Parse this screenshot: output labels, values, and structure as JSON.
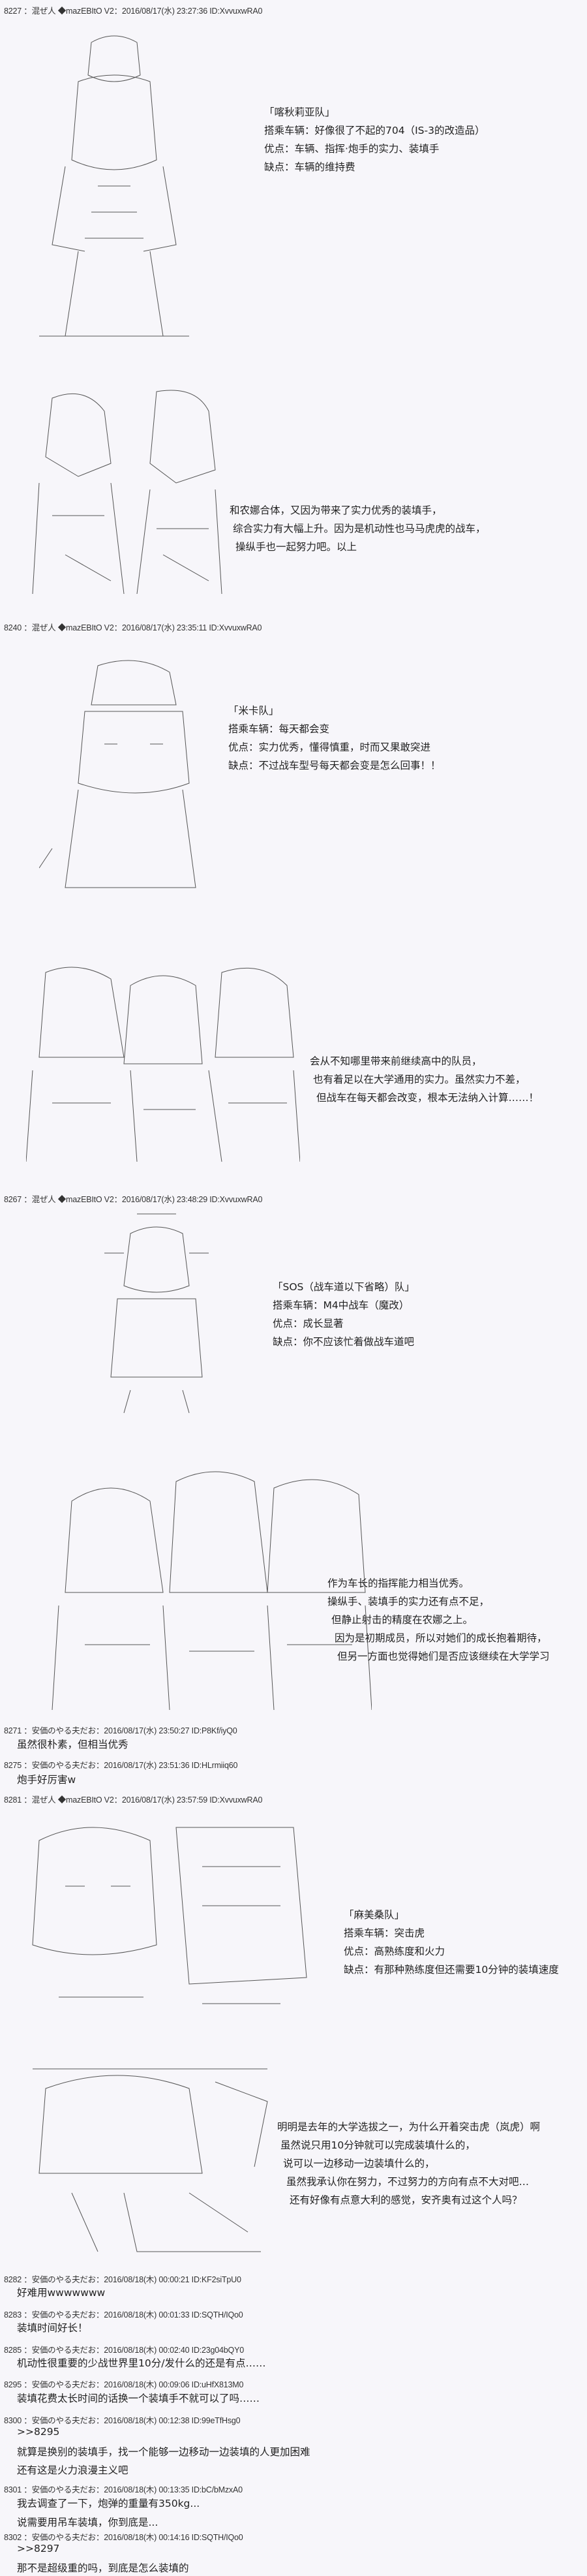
{
  "posts": {
    "p8227": "8227 ：混ぜ人 ◆mazEBItO V2：2016/08/17(水) 23:27:36 ID:XvvuxwRA0",
    "p8240": "8240 ：混ぜ人 ◆mazEBItO V2：2016/08/17(水) 23:35:11 ID:XvvuxwRA0",
    "p8267": "8267 ：混ぜ人 ◆mazEBItO V2：2016/08/17(水) 23:48:29 ID:XvvuxwRA0",
    "p8271": "8271 ：安価のやる夫だお：2016/08/17(水) 23:50:27 ID:P8Kf/iyQ0",
    "p8275": "8275 ：安価のやる夫だお：2016/08/17(水) 23:51:36 ID:HLrmiiq60",
    "p8281": "8281 ：混ぜ人 ◆mazEBItO V2：2016/08/17(水) 23:57:59 ID:XvvuxwRA0",
    "p8282": "8282 ：安価のやる夫だお：2016/08/18(木) 00:00:21 ID:KF2siTpU0",
    "p8283": "8283 ：安価のやる夫だお：2016/08/18(木) 00:01:33 ID:SQTH/IQo0",
    "p8285": "8285 ：安価のやる夫だお：2016/08/18(木) 00:02:40 ID:23g04bQY0",
    "p8295": "8295 ：安価のやる夫だお：2016/08/18(木) 00:09:06 ID:uHfX813M0",
    "p8300": "8300 ：安価のやる夫だお：2016/08/18(木) 00:12:38 ID:99eTfHsg0",
    "p8301": "8301 ：安価のやる夫だお：2016/08/18(木) 00:13:35 ID:bC/bMzxA0",
    "p8302": "8302 ：安価のやる夫だお：2016/08/18(木) 00:14:16 ID:SQTH/IQo0"
  },
  "teams": [
    {
      "name": "「喀秋莉亚队」",
      "vehicle": "搭乘车辆：好像很了不起的704（IS-3的改造品）",
      "pros": "优点：车辆、指挥·炮手的实力、装填手",
      "cons": "缺点：车辆的维持费"
    },
    {
      "name": "「米卡队」",
      "vehicle": "搭乘车辆：每天都会变",
      "pros": "优点：实力优秀，懂得慎重，时而又果敢突进",
      "cons": "缺点：不过战车型号每天都会变是怎么回事！！"
    },
    {
      "name": "「SOS（战车道以下省略）队」",
      "vehicle": "搭乘车辆：M4中战车（魔改）",
      "pros": "优点：成长显著",
      "cons": "缺点：你不应该忙着做战车道吧"
    },
    {
      "name": "「麻美桑队」",
      "vehicle": "搭乘车辆：突击虎",
      "pros": "优点：高熟练度和火力",
      "cons": "缺点：有那种熟练度但还需要10分钟的装填速度"
    }
  ],
  "comments": {
    "c1": [
      "和农娜合体，又因为带来了实力优秀的装填手，",
      "综合实力有大幅上升。因为是机动性也马马虎虎的战车，",
      "操纵手也一起努力吧。以上"
    ],
    "c2": [
      "会从不知哪里带来前继续高中的队员，",
      "也有着足以在大学通用的实力。虽然实力不差，",
      "但战车在每天都会改变，根本无法纳入计算……！"
    ],
    "c3": [
      "作为车长的指挥能力相当优秀。",
      "操纵手、装填手的实力还有点不足，",
      "但静止射击的精度在农娜之上。",
      "因为是初期成员，所以对她们的成长抱着期待，",
      "但另一方面也觉得她们是否应该继续在大学学习"
    ],
    "c4": [
      "明明是去年的大学选拔之一，为什么开着突击虎（岚虎）啊",
      "虽然说只用10分钟就可以完成装填什么的，",
      "说可以一边移动一边装填什么的，",
      "虽然我承认你在努力，不过努力的方向有点不大对吧…",
      "还有好像有点意大利的感觉，安齐奥有过这个人吗？"
    ]
  },
  "replies": {
    "r8271": "虽然很朴素，但相当优秀",
    "r8275": "炮手好厉害w",
    "r8282": "好难用wwwwwww",
    "r8283": "装填时间好长！",
    "r8285": "机动性很重要的少战世界里10分/发什么的还是有点……",
    "r8295": "装填花费太长时间的话换一个装填手不就可以了吗……",
    "r8300": [
      ">>8295",
      "就算是换别的装填手，找一个能够一边移动一边装填的人更加困难",
      "还有这是火力浪漫主义吧"
    ],
    "r8301": [
      "我去调查了一下，炮弹的重量有350kg...",
      "说需要用吊车装填，你到底是..."
    ],
    "r8302": [
      ">>8297",
      "那不是超级重的吗，到底是怎么装填的"
    ]
  }
}
